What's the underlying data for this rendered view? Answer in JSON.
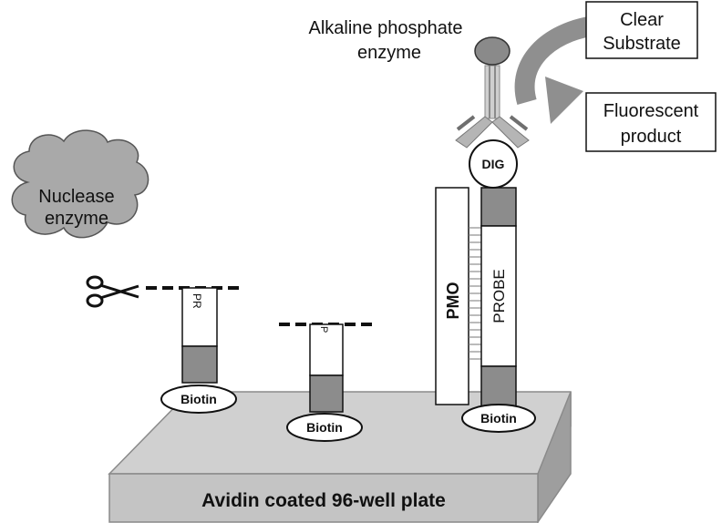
{
  "labels": {
    "nuclease_line1": "Nuclease",
    "nuclease_line2": "enzyme",
    "alkaline_line1": "Alkaline phosphate",
    "alkaline_line2": "enzyme",
    "clear_line1": "Clear",
    "clear_line2": "Substrate",
    "fluor_line1": "Fluorescent",
    "fluor_line2": "product",
    "dig": "DIG",
    "pmo": "PMO",
    "probe": "PROBE",
    "biotin_1": "Biotin",
    "biotin_2": "Biotin",
    "biotin_3": "Biotin",
    "plate": "Avidin coated 96-well plate",
    "probe_fragment_1": "PR",
    "probe_fragment_2": "P"
  },
  "colors": {
    "plate_top": "#d0d0d0",
    "plate_front": "#c4c4c4",
    "plate_side": "#9e9e9e",
    "plate_edge": "#8a8a8a",
    "probe_block": "#8c8c8c",
    "cloud": "#a9a9a9",
    "enzyme": "#8a8a8a",
    "arrow": "#8f8f8f",
    "antibody": "#b5b5b5"
  },
  "icons": {
    "scissors": "scissors-icon"
  }
}
